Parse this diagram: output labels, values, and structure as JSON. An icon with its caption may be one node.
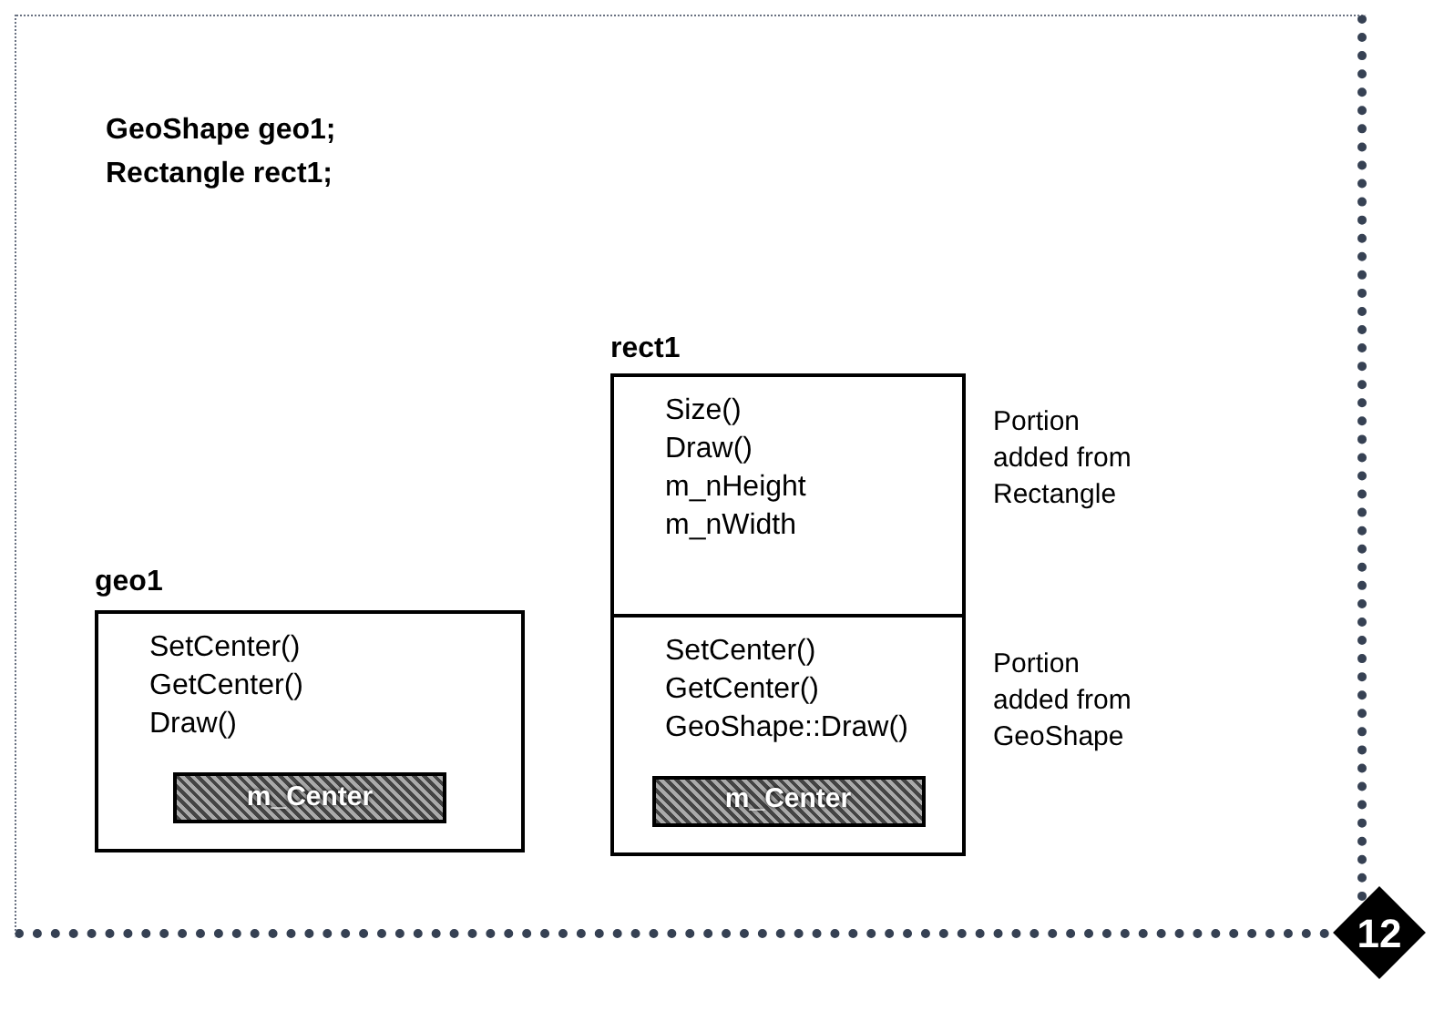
{
  "diagram": {
    "nodes": [
      {
        "text": [
          "geo1",
          "SetCenter()",
          "GetCenter()",
          "Draw()"
        ]
      },
      {
        "text": [
          "m_Center"
        ],
        "in": 0
      },
      {
        "text": [
          "rect1"
        ]
      },
      {
        "text": [
          "Size()",
          "Draw()",
          "m_nHeight",
          "m_nWidth"
        ],
        "in": 2,
        "beside": [
          "Portion added from Rectangle"
        ]
      },
      {
        "text": [
          "SetCenter()",
          "GetCenter()",
          "GeoShape::Draw()"
        ],
        "in": 2,
        "beside": [
          "Portion added from GeoShape"
        ]
      },
      {
        "text": [
          "m_Center"
        ],
        "in": 4
      }
    ],
    "labels": [
      "GeoShape geo1;",
      "Rectangle rect1;",
      "12"
    ]
  }
}
